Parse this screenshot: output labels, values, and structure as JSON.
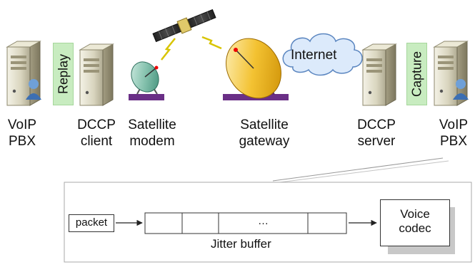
{
  "labels": {
    "voip_pbx_left": "VoIP\nPBX",
    "dccp_client": "DCCP\nclient",
    "satellite_modem": "Satellite\nmodem",
    "satellite_gateway": "Satellite\ngateway",
    "dccp_server": "DCCP\nserver",
    "voip_pbx_right": "VoIP\nPBX"
  },
  "tags": {
    "replay": "Replay",
    "capture": "Capture"
  },
  "internet": "Internet",
  "detail": {
    "packet": "packet",
    "ellipsis": "…",
    "jitter_buffer": "Jitter buffer",
    "voice_codec": "Voice\ncodec"
  },
  "colors": {
    "tag_fill": "#c8ecc0",
    "dish_purple": "#7a3c96",
    "dish_gold": "#e8a400",
    "modem_teal": "#4e9a86"
  }
}
